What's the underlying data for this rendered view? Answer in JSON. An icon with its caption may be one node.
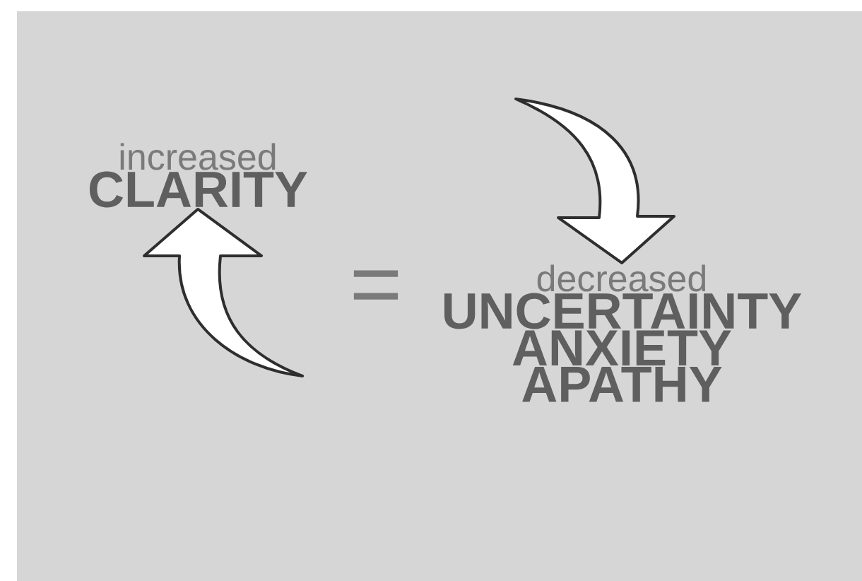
{
  "diagram": {
    "nodes": [
      {
        "text": [
          "increased",
          "CLARITY"
        ]
      },
      {
        "text": [
          "decreased",
          "UNCERTAINTY ANXIETY APATHY"
        ]
      }
    ],
    "edges": [
      {
        "from": null,
        "to": 1,
        "arrow": "to"
      },
      {
        "from": null,
        "to": 0,
        "arrow": "to"
      }
    ],
    "labels": [
      "="
    ]
  }
}
